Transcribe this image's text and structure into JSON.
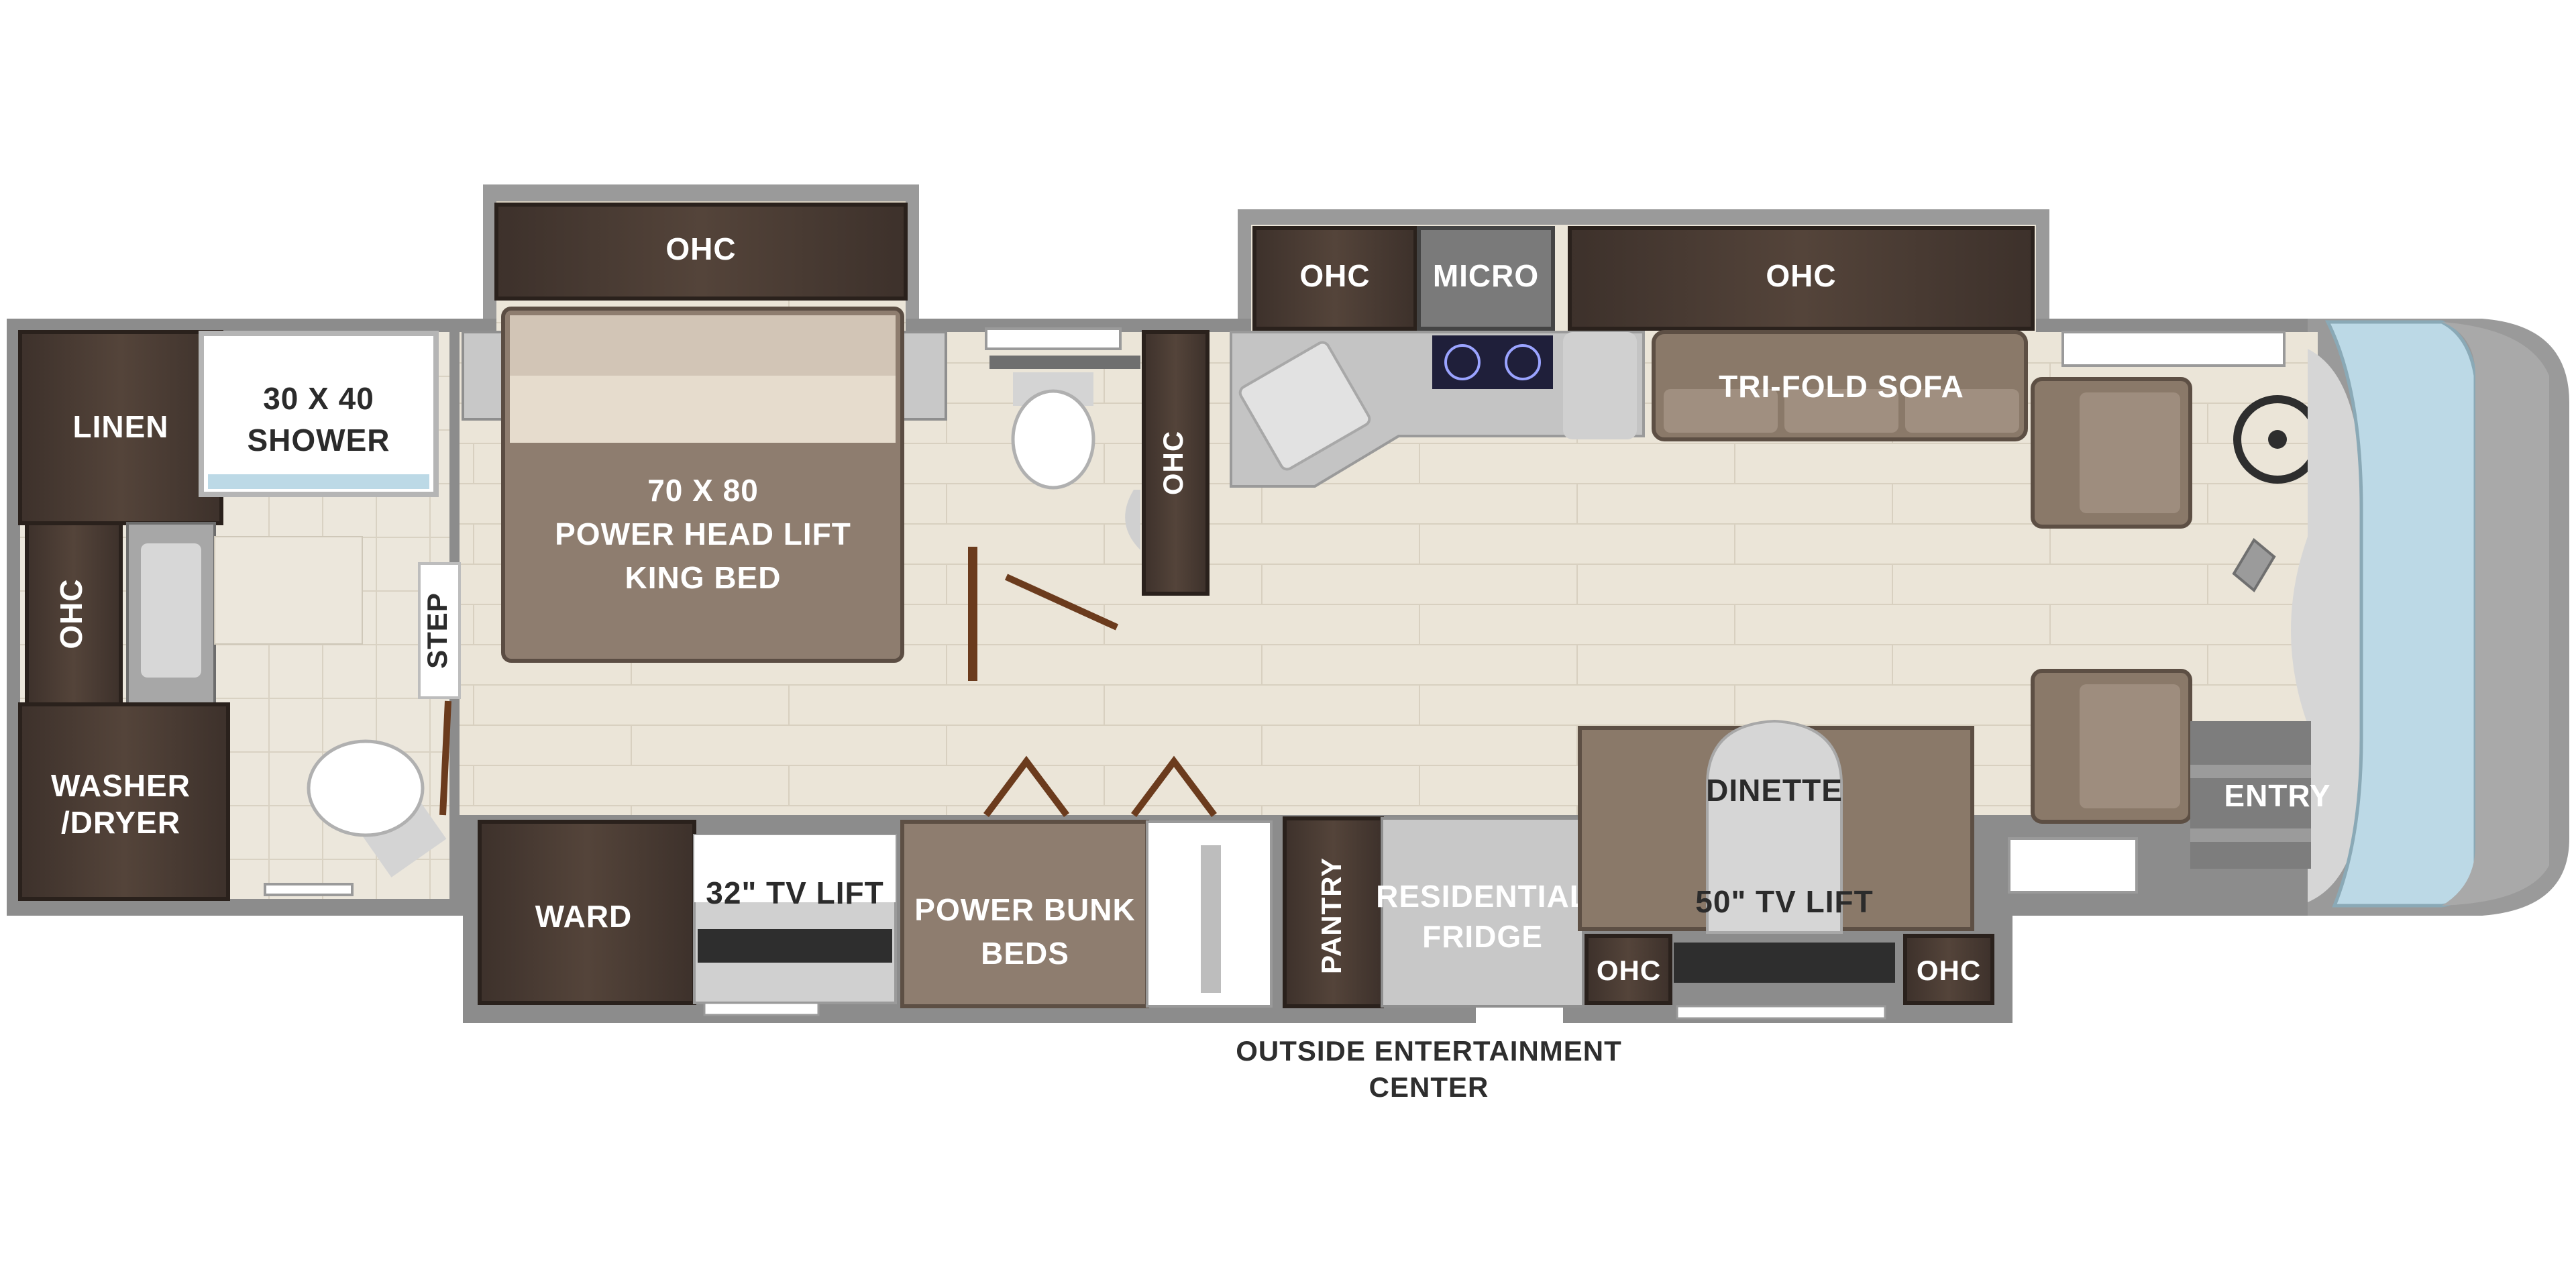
{
  "labels": {
    "linen": "LINEN",
    "shower": [
      "30 X 40",
      "SHOWER"
    ],
    "ohc_bath": "OHC",
    "washer_dryer": [
      "WASHER",
      "/DRYER"
    ],
    "step": "STEP",
    "ohc_bedroom": "OHC",
    "king_bed": [
      "70 X 80",
      "POWER HEAD LIFT",
      "KING BED"
    ],
    "ohc_hall": "OHC",
    "ward": "WARD",
    "tv_lift_32": "32\" TV LIFT",
    "bunk_beds": [
      "POWER BUNK",
      "BEDS"
    ],
    "pantry": "PANTRY",
    "fridge": [
      "RESIDENTIAL",
      "FRIDGE"
    ],
    "ohc_kitchen": "OHC",
    "micro": "MICRO",
    "ohc_living": "OHC",
    "sofa": "TRI-FOLD SOFA",
    "dinette": "DINETTE",
    "tv_lift_50": "50\" TV LIFT",
    "ohc_dinette_left": "OHC",
    "ohc_dinette_right": "OHC",
    "entry": "ENTRY"
  },
  "caption": [
    "OUTSIDE ENTERTAINMENT",
    "CENTER"
  ],
  "colors": {
    "wall": "#8a8a8a",
    "floor": "#e9e3d6",
    "cabinet": "#4a3b33",
    "cabinet_face": "#3a2e28",
    "furniture": "#8b7a6c",
    "bed": "#8f7e70",
    "counter": "#c9c9c9",
    "glass": "#bcd9e6",
    "label": "#ffffff"
  }
}
